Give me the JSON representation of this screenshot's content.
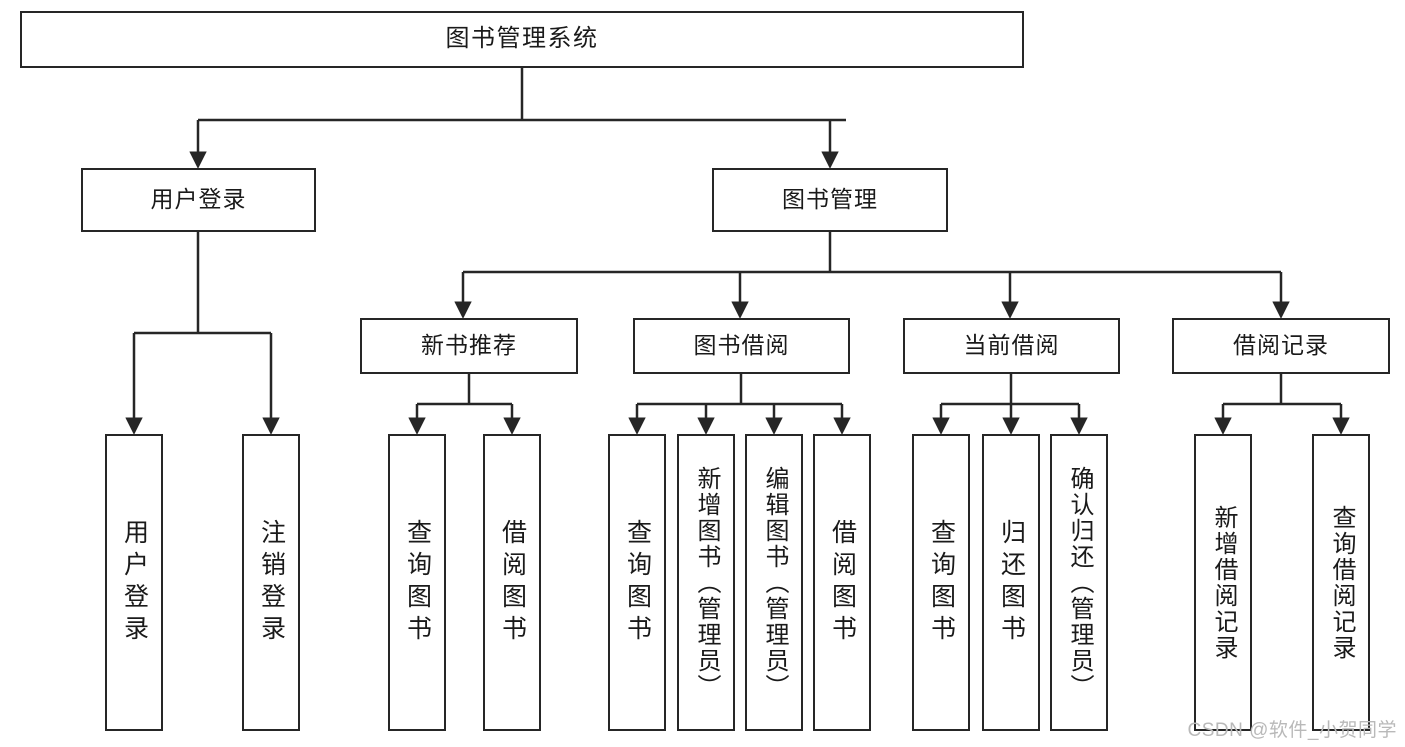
{
  "diagram": {
    "title": "图书管理系统",
    "type": "tree-hierarchy-diagram",
    "colors": {
      "stroke": "#262626",
      "fill": "#ffffff",
      "text": "#1a1a1a",
      "watermark": "#b9b9b9"
    },
    "nodes": {
      "root": {
        "label": "图书管理系统"
      },
      "level1": [
        {
          "id": "user-login",
          "label": "用户登录"
        },
        {
          "id": "book-management",
          "label": "图书管理"
        }
      ],
      "level2": [
        {
          "id": "new-book-recommend",
          "label": "新书推荐"
        },
        {
          "id": "book-borrow",
          "label": "图书借阅"
        },
        {
          "id": "current-borrow",
          "label": "当前借阅"
        },
        {
          "id": "borrow-record",
          "label": "借阅记录"
        }
      ],
      "level3": [
        {
          "id": "leaf-user-login",
          "label": "用户登录"
        },
        {
          "id": "leaf-logout-login",
          "label": "注销登录"
        },
        {
          "id": "leaf-query-book-1",
          "label": "查询图书"
        },
        {
          "id": "leaf-borrow-book-1",
          "label": "借阅图书"
        },
        {
          "id": "leaf-query-book-2",
          "label": "查询图书"
        },
        {
          "id": "leaf-add-book-admin",
          "label": "新增图书（管理员）"
        },
        {
          "id": "leaf-edit-book-admin",
          "label": "编辑图书（管理员）"
        },
        {
          "id": "leaf-borrow-book-2",
          "label": "借阅图书"
        },
        {
          "id": "leaf-query-book-3",
          "label": "查询图书"
        },
        {
          "id": "leaf-return-book",
          "label": "归还图书"
        },
        {
          "id": "leaf-confirm-return-admin",
          "label": "确认归还（管理员）"
        },
        {
          "id": "leaf-add-borrow-record",
          "label": "新增借阅记录"
        },
        {
          "id": "leaf-query-borrow-record",
          "label": "查询借阅记录"
        }
      ]
    }
  },
  "watermark": {
    "text": "CSDN @软件_小贺同学"
  }
}
